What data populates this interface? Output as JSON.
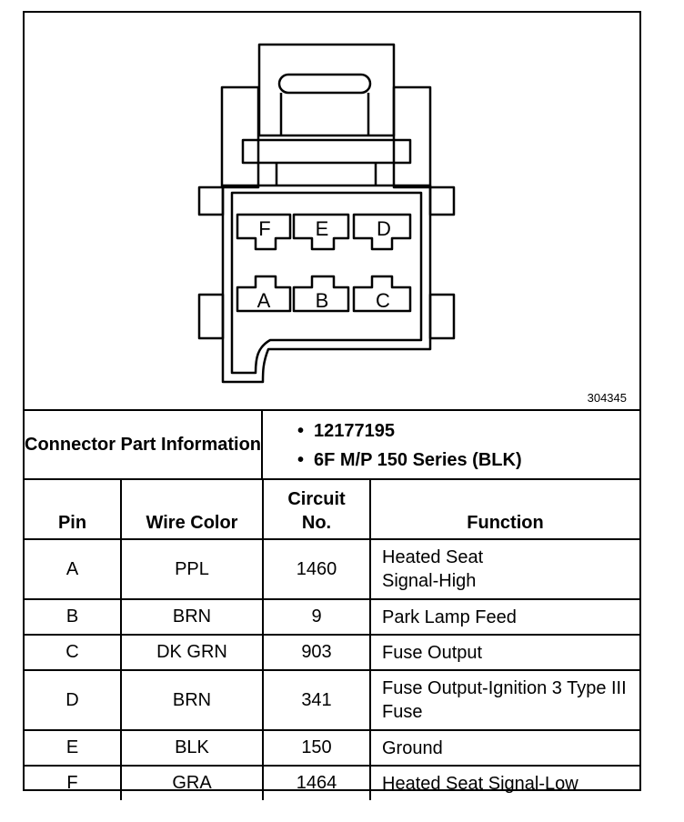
{
  "figure": {
    "id": "304345",
    "pins_top": [
      "F",
      "E",
      "D"
    ],
    "pins_bottom": [
      "A",
      "B",
      "C"
    ]
  },
  "connector_info": {
    "label": "Connector Part Information",
    "items": [
      "12177195",
      "6F M/P 150 Series (BLK)"
    ]
  },
  "table": {
    "headers": {
      "pin": "Pin",
      "wire_color": "Wire Color",
      "circuit": "Circuit No.",
      "function": "Function"
    },
    "rows": [
      {
        "pin": "A",
        "wire_color": "PPL",
        "circuit": "1460",
        "function": "Heated Seat Signal-High"
      },
      {
        "pin": "B",
        "wire_color": "BRN",
        "circuit": "9",
        "function": "Park Lamp Feed"
      },
      {
        "pin": "C",
        "wire_color": "DK GRN",
        "circuit": "903",
        "function": "Fuse Output"
      },
      {
        "pin": "D",
        "wire_color": "BRN",
        "circuit": "341",
        "function": "Fuse Output-Ignition 3 Type III Fuse"
      },
      {
        "pin": "E",
        "wire_color": "BLK",
        "circuit": "150",
        "function": "Ground"
      },
      {
        "pin": "F",
        "wire_color": "GRA",
        "circuit": "1464",
        "function": "Heated Seat Signal-Low"
      }
    ]
  }
}
